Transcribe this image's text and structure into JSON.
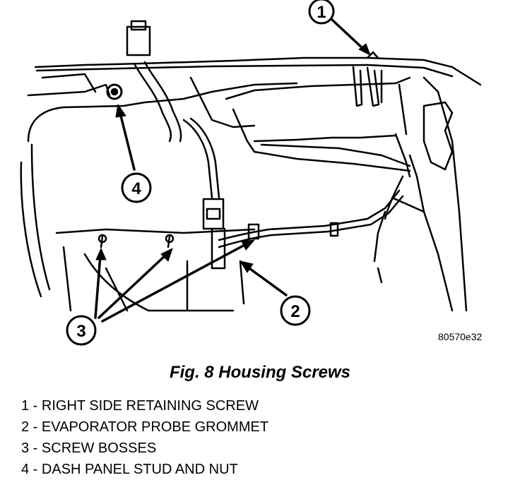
{
  "figure": {
    "code": "80570e32",
    "caption": "Fig. 8 Housing Screws"
  },
  "callouts": [
    {
      "number": "1",
      "label": "RIGHT SIDE RETAINING SCREW"
    },
    {
      "number": "2",
      "label": "EVAPORATOR PROBE GROMMET"
    },
    {
      "number": "3",
      "label": "SCREW BOSSES"
    },
    {
      "number": "4",
      "label": "DASH PANEL STUD AND NUT"
    }
  ],
  "legend_separator": " - "
}
